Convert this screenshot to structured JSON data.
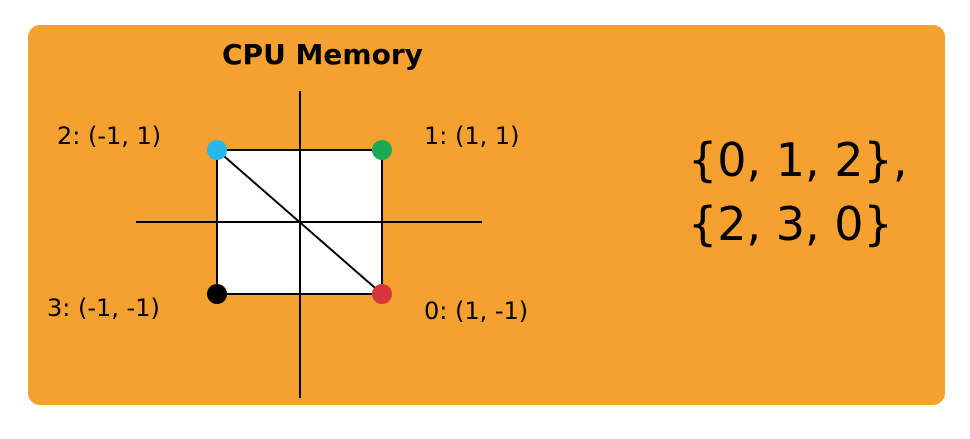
{
  "title": "CPU Memory",
  "vertices": [
    {
      "id": "v0",
      "label": "0: (1, -1)",
      "color": "#d5353a"
    },
    {
      "id": "v1",
      "label": "1: (1, 1)",
      "color": "#1aaa55"
    },
    {
      "id": "v2",
      "label": "2: (-1, 1)",
      "color": "#29b5e8"
    },
    {
      "id": "v3",
      "label": "3: (-1, -1)",
      "color": "#000000"
    }
  ],
  "indices": {
    "line1": "{0, 1, 2},",
    "line2": "{2, 3, 0}"
  },
  "colors": {
    "panel": "#f4a12f",
    "square_fill": "#ffffff",
    "stroke": "#000000"
  }
}
